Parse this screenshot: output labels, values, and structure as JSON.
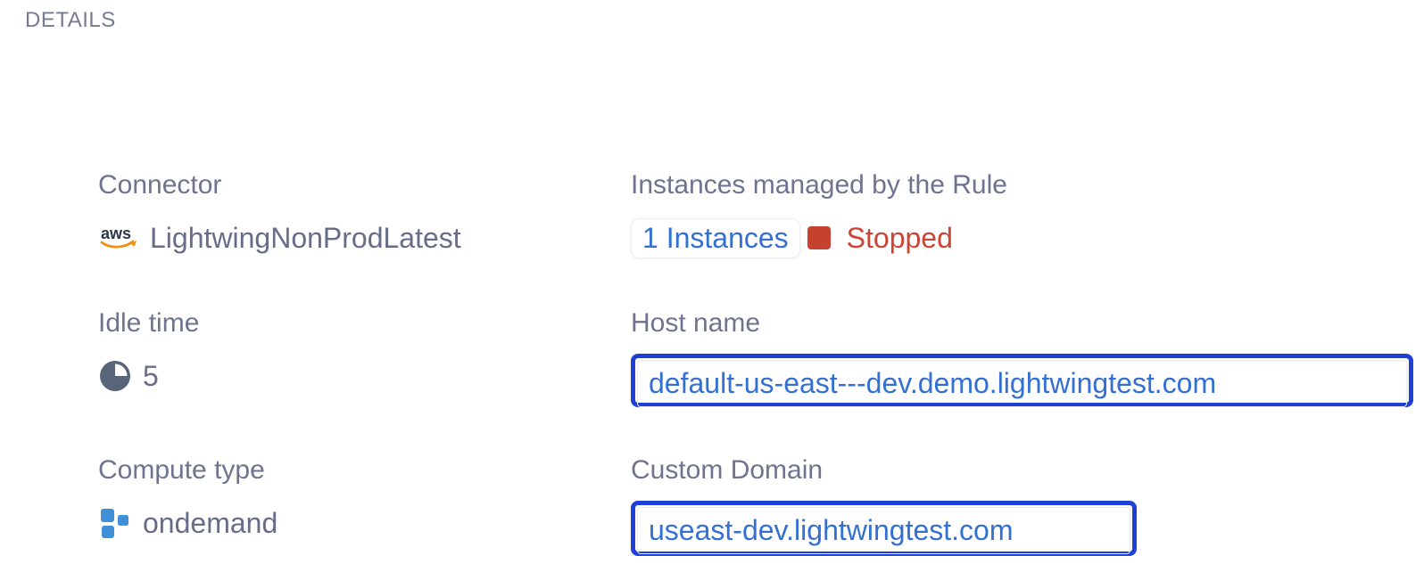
{
  "header": {
    "title": "DETAILS"
  },
  "details": {
    "connector": {
      "label": "Connector",
      "value": "LightwingNonProdLatest",
      "icon": "aws-logo"
    },
    "idle_time": {
      "label": "Idle time",
      "value": "5",
      "icon": "pie-clock"
    },
    "compute_type": {
      "label": "Compute type",
      "value": "ondemand",
      "icon": "compute-squares"
    },
    "instances": {
      "label": "Instances managed by the Rule",
      "link_text": "1 Instances",
      "status": "Stopped",
      "status_icon": "red-square"
    },
    "host_name": {
      "label": "Host name",
      "url": "default-us-east---dev.demo.lightwingtest.com"
    },
    "custom_domain": {
      "label": "Custom Domain",
      "url": "useast-dev.lightwingtest.com"
    }
  },
  "colors": {
    "label_gray": "#6e7390",
    "value_slate": "#676d89",
    "link_blue": "#3470d3",
    "box_border_blue": "#1e40d4",
    "status_red_square": "#c7412f",
    "status_red_text": "#cb4537",
    "aws_navy": "#2b3648",
    "aws_orange": "#f29111",
    "compute_blue": "#4090d8",
    "pie_slate": "#57647a"
  }
}
